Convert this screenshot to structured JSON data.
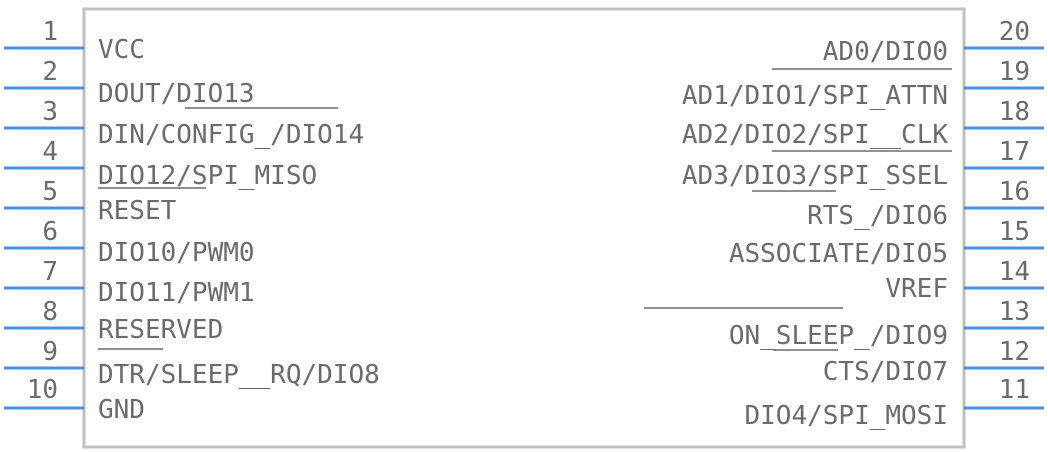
{
  "colors": {
    "pin_line": "#4a90e2",
    "body_outline": "#c0c0c0",
    "text": "#6b6b6b"
  },
  "left_pins": [
    {
      "num": "1",
      "label": "VCC"
    },
    {
      "num": "2",
      "label": "DOUT/DIO13"
    },
    {
      "num": "3",
      "label": "DIN/CONFIG_/DIO14"
    },
    {
      "num": "4",
      "label": "DIO12/SPI_MISO"
    },
    {
      "num": "5",
      "label": "RESET"
    },
    {
      "num": "6",
      "label": "DIO10/PWM0"
    },
    {
      "num": "7",
      "label": "DIO11/PWM1"
    },
    {
      "num": "8",
      "label": "RESERVED"
    },
    {
      "num": "9",
      "label": "DTR/SLEEP__RQ/DIO8"
    },
    {
      "num": "10",
      "label": "GND"
    }
  ],
  "right_pins": [
    {
      "num": "20",
      "label": "AD0/DIO0"
    },
    {
      "num": "19",
      "label": "AD1/DIO1/SPI_ATTN"
    },
    {
      "num": "18",
      "label": "AD2/DIO2/SPI__CLK"
    },
    {
      "num": "17",
      "label": "AD3/DIO3/SPI_SSEL"
    },
    {
      "num": "16",
      "label": "RTS_/DIO6"
    },
    {
      "num": "15",
      "label": "ASSOCIATE/DIO5"
    },
    {
      "num": "14",
      "label": "VREF"
    },
    {
      "num": "13",
      "label": "ON_SLEEP_/DIO9"
    },
    {
      "num": "12",
      "label": "CTS/DIO7"
    },
    {
      "num": "11",
      "label": "DIO4/SPI_MOSI"
    }
  ]
}
